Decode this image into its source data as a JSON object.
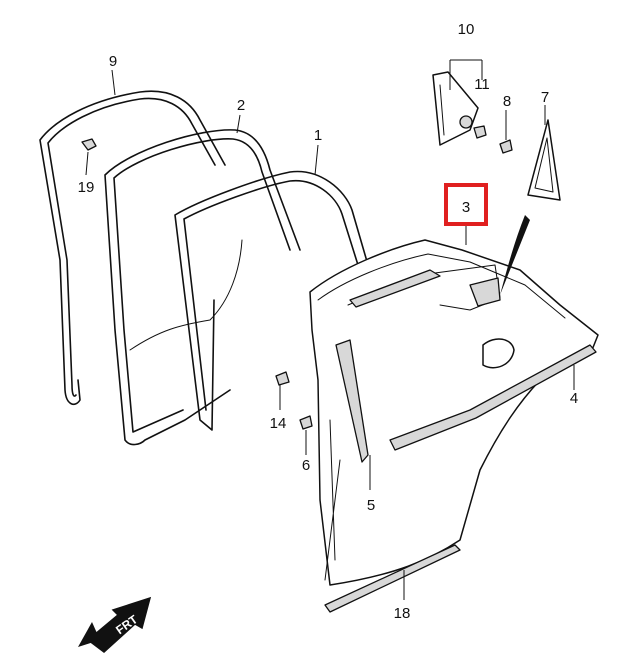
{
  "callouts": {
    "p1": "1",
    "p2": "2",
    "p3": "3",
    "p4": "4",
    "p5": "5",
    "p6": "6",
    "p7": "7",
    "p8": "8",
    "p9": "9",
    "p10": "10",
    "p11": "11",
    "p14": "14",
    "p18": "18",
    "p19": "19"
  },
  "highlighted_callout": "3",
  "front_arrow": {
    "label": "FRT"
  },
  "colors": {
    "highlight": "#e02020",
    "line": "#111111"
  }
}
